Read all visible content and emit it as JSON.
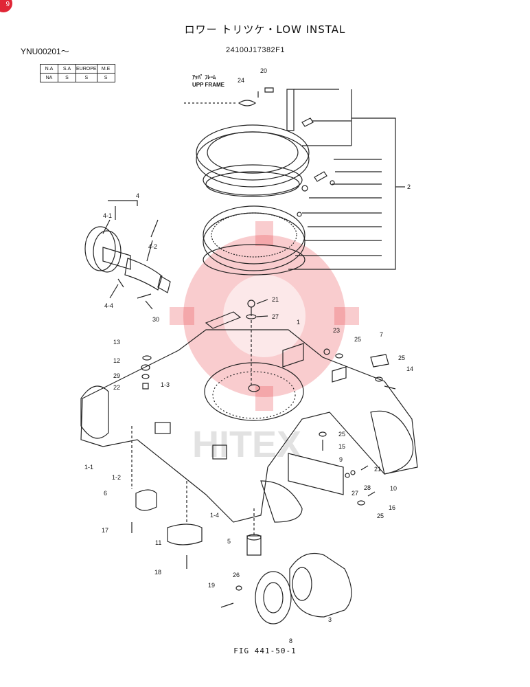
{
  "header": {
    "title": "ロワー トリツケ・LOW INSTAL",
    "model": "YNU00201～",
    "part_number": "24100J17382F1"
  },
  "spec_table": {
    "headers": [
      "N.A",
      "S.A",
      "EUROPE",
      "M.E"
    ],
    "values": [
      "NA",
      "S",
      "S",
      "S"
    ]
  },
  "corner_badge": "9",
  "figure_label": "FIG 441-50-1",
  "upp_frame": {
    "kana": "ｱｯﾊﾟ ﾌﾚｰﾑ",
    "label": "UPP FRAME"
  },
  "watermark_text": "HITEX",
  "callouts": {
    "c20": "20",
    "c24": "24",
    "c2": "2",
    "c4": "4",
    "c4_1": "4-1",
    "c4_2": "4-2",
    "c4_4": "4-4",
    "c30": "30",
    "c21a": "21",
    "c27a": "27",
    "c1": "1",
    "c23": "23",
    "c25a": "25",
    "c7": "7",
    "c25b": "25",
    "c14": "14",
    "c13": "13",
    "c12": "12",
    "c29": "29",
    "c22": "22",
    "c1_3": "1-3",
    "c25c": "25",
    "c15": "15",
    "c9": "9",
    "c21b": "21",
    "c28": "28",
    "c27b": "27",
    "c10": "10",
    "c16": "16",
    "c25d": "25",
    "c1_1": "1-1",
    "c1_2": "1-2",
    "c6": "6",
    "c17": "17",
    "c1_4": "1-4",
    "c11": "11",
    "c5": "5",
    "c18": "18",
    "c26": "26",
    "c19": "19",
    "c3": "3",
    "c8": "8"
  }
}
